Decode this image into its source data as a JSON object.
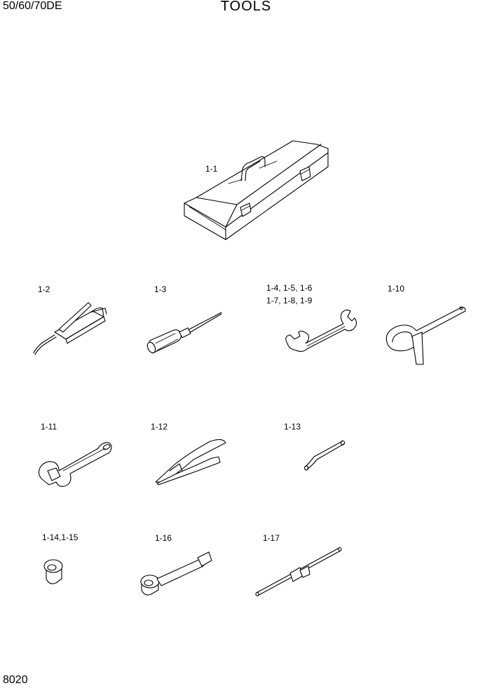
{
  "header": {
    "model": "50/60/70DE",
    "title": "TOOLS"
  },
  "footer": {
    "page_number": "8020"
  },
  "parts": [
    {
      "id": "1-1",
      "label": "1-1"
    },
    {
      "id": "1-2",
      "label": "1-2"
    },
    {
      "id": "1-3",
      "label": "1-3"
    },
    {
      "id": "1-4",
      "label": "1-4, 1-5, 1-6",
      "label_line2": "1-7, 1-8, 1-9"
    },
    {
      "id": "1-10",
      "label": "1-10"
    },
    {
      "id": "1-11",
      "label": "1-11"
    },
    {
      "id": "1-12",
      "label": "1-12"
    },
    {
      "id": "1-13",
      "label": "1-13"
    },
    {
      "id": "1-14",
      "label": "1-14,1-15"
    },
    {
      "id": "1-16",
      "label": "1-16"
    },
    {
      "id": "1-17",
      "label": "1-17"
    }
  ]
}
